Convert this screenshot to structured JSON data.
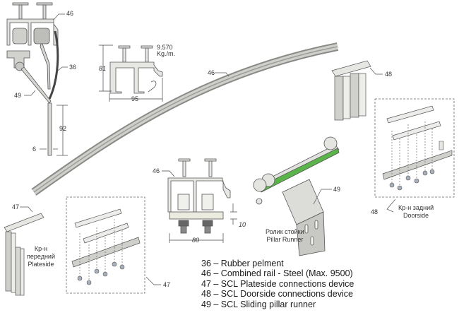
{
  "callouts": {
    "top_left_46": "46",
    "top_left_36": "36",
    "top_left_49": "49",
    "rail_46": "46",
    "section_46": "46",
    "pillar_49": "49",
    "doorside_48_top": "48",
    "doorside_48_box": "48",
    "plateside_47_top": "47",
    "plateside_47_box": "47"
  },
  "dimensions": {
    "pillar_height": "92",
    "pillar_thickness": "6",
    "rail_height": "81",
    "rail_width": "95",
    "rail_weight_value": "9.570",
    "rail_weight_unit": "Kg./m.",
    "bracket_width": "80",
    "plate_thickness": "10"
  },
  "captions": {
    "plateside_ru": "Кр-н",
    "plateside_ru2": "передний",
    "plateside_en": "Plateside",
    "pillar_ru": "Ролик стойки",
    "pillar_en": "Pillar Runner",
    "doorside_ru": "Кр-н задний",
    "doorside_en": "Doorside"
  },
  "legend": [
    {
      "code": "36",
      "text": "36 – Rubber pelment"
    },
    {
      "code": "46",
      "text": "46 – Combined rail - Steel (Max. 9500)"
    },
    {
      "code": "47",
      "text": "47 – SCL Plateside connections device"
    },
    {
      "code": "48",
      "text": "48 – SCL Doorside connections device"
    },
    {
      "code": "49",
      "text": "49 – SCL Sliding pillar runner"
    }
  ],
  "colors": {
    "line": "#555555",
    "metal_fill": "#d4d4d0",
    "metal_dark": "#9a9a96",
    "green_strip": "#5ab44a"
  }
}
